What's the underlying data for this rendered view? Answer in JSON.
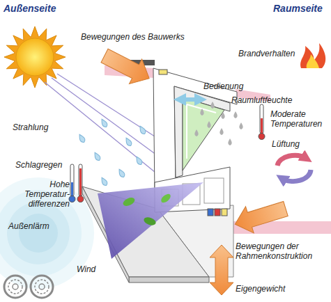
{
  "diagram": {
    "labels": [
      "Außenseite",
      "Raumseite",
      "Bewegungen des Bauwerks",
      "Brandverhalten",
      "Bedienung",
      "Raumluftfeuchte",
      "Moderate Temperaturen",
      "Strahlung",
      "Lüftung",
      "Schlagregen",
      "Hohe Temperatur- differenzen",
      "Außenlärm",
      "Wind",
      "Bewegungen der Rahmenkonstruktion",
      "Eigengewicht"
    ]
  }
}
